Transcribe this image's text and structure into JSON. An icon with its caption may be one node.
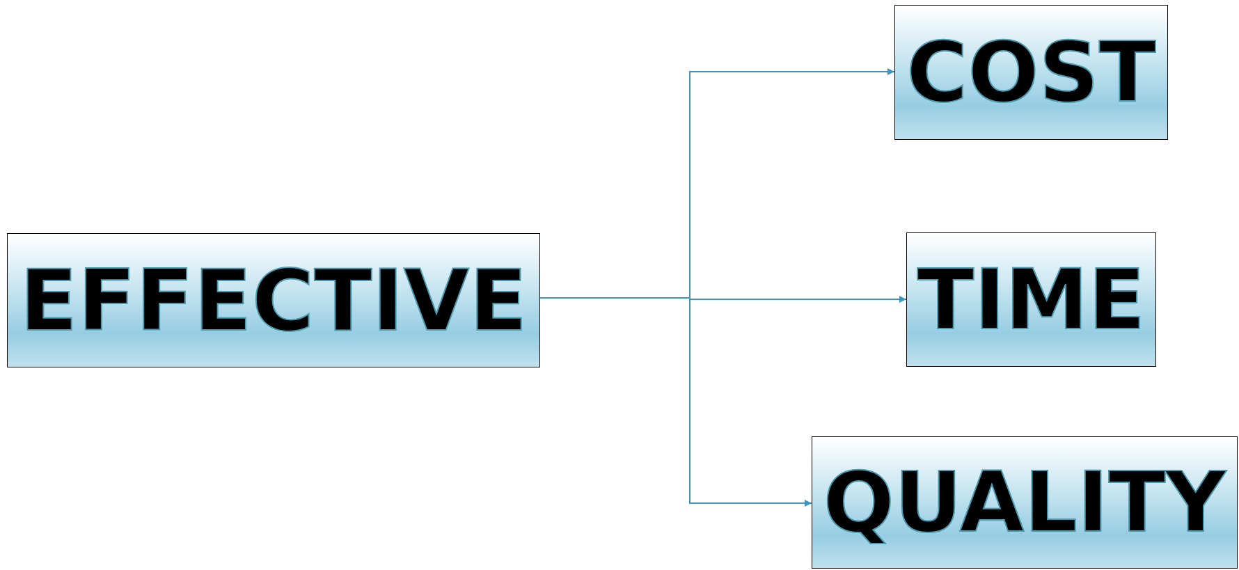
{
  "diagram": {
    "nodes": [
      {
        "text": [
          "EFFECTIVE"
        ]
      },
      {
        "text": [
          "COST"
        ]
      },
      {
        "text": [
          "TIME"
        ]
      },
      {
        "text": [
          "QUALITY"
        ]
      }
    ],
    "edges": [
      {
        "from": 0,
        "to": 1,
        "arrow": "to"
      },
      {
        "from": 0,
        "to": 2,
        "arrow": "to"
      },
      {
        "from": 0,
        "to": 3,
        "arrow": "to"
      }
    ]
  }
}
